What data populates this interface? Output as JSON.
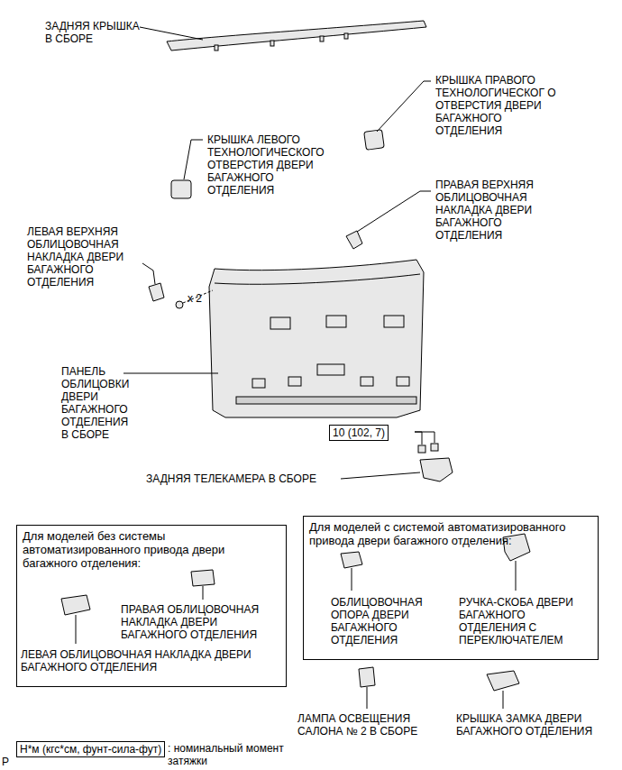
{
  "diagram": {
    "nodes": [
      {
        "text": [
          "Для моделей без системы автоматизированного привода двери багажного отделения:",
          "ПРАВАЯ ОБЛИЦОВОЧНАЯ НАКЛАДКА ДВЕРИ БАГАЖНОГО ОТДЕЛЕНИЯ",
          "ЛЕВАЯ ОБЛИЦОВОЧНАЯ НАКЛАДКА ДВЕРИ БАГАЖНОГО ОТДЕЛЕНИЯ"
        ]
      },
      {
        "text": [
          "Для моделей с системой автоматизированного привода двери багажного отделения:",
          "ОБЛИЦОВОЧНАЯ ОПОРА ДВЕРИ БАГАЖНОГО ОТДЕЛЕНИЯ",
          "РУЧКА-СКОБА ДВЕРИ БАГАЖНОГО ОТДЕЛЕНИЯ С ПЕРЕКЛЮЧАТЕЛЕМ"
        ]
      },
      {
        "text": [
          "10 (102, 7)"
        ]
      },
      {
        "text": [
          "Н*м (кгс*см, фунт-сила-фут)"
        ]
      }
    ],
    "labels": [
      "ЗАДНЯЯ КРЫШКА В СБОРЕ",
      "КРЫШКА ПРАВОГО ТЕХНОЛОГИЧЕСКОГ О ОТВЕРСТИЯ ДВЕРИ БАГАЖНОГО ОТДЕЛЕНИЯ",
      "КРЫШКА ЛЕВОГО ТЕХНОЛОГИЧЕСКОГО ОТВЕРСТИЯ ДВЕРИ БАГАЖНОГО ОТДЕЛЕНИЯ",
      "ПРАВАЯ ВЕРХНЯЯ ОБЛИЦОВОЧНАЯ НАКЛАДКА ДВЕРИ БАГАЖНОГО ОТДЕЛЕНИЯ",
      "ЛЕВАЯ ВЕРХНЯЯ ОБЛИЦОВОЧНАЯ НАКЛАДКА ДВЕРИ БАГАЖНОГО ОТДЕЛЕНИЯ",
      "x 2",
      "ПАНЕЛЬ ОБЛИЦОВКИ ДВЕРИ БАГАЖНОГО ОТДЕЛЕНИЯ В СБОРЕ",
      "ЗАДНЯЯ ТЕЛЕКАМЕРА В СБОРЕ",
      "ЛАМПА ОСВЕЩЕНИЯ САЛОНА № 2 В СБОРЕ",
      "КРЫШКА ЗАМКА ДВЕРИ БАГАЖНОГО ОТДЕЛЕНИЯ",
      ": номинальный момент затяжки",
      "P"
    ]
  }
}
